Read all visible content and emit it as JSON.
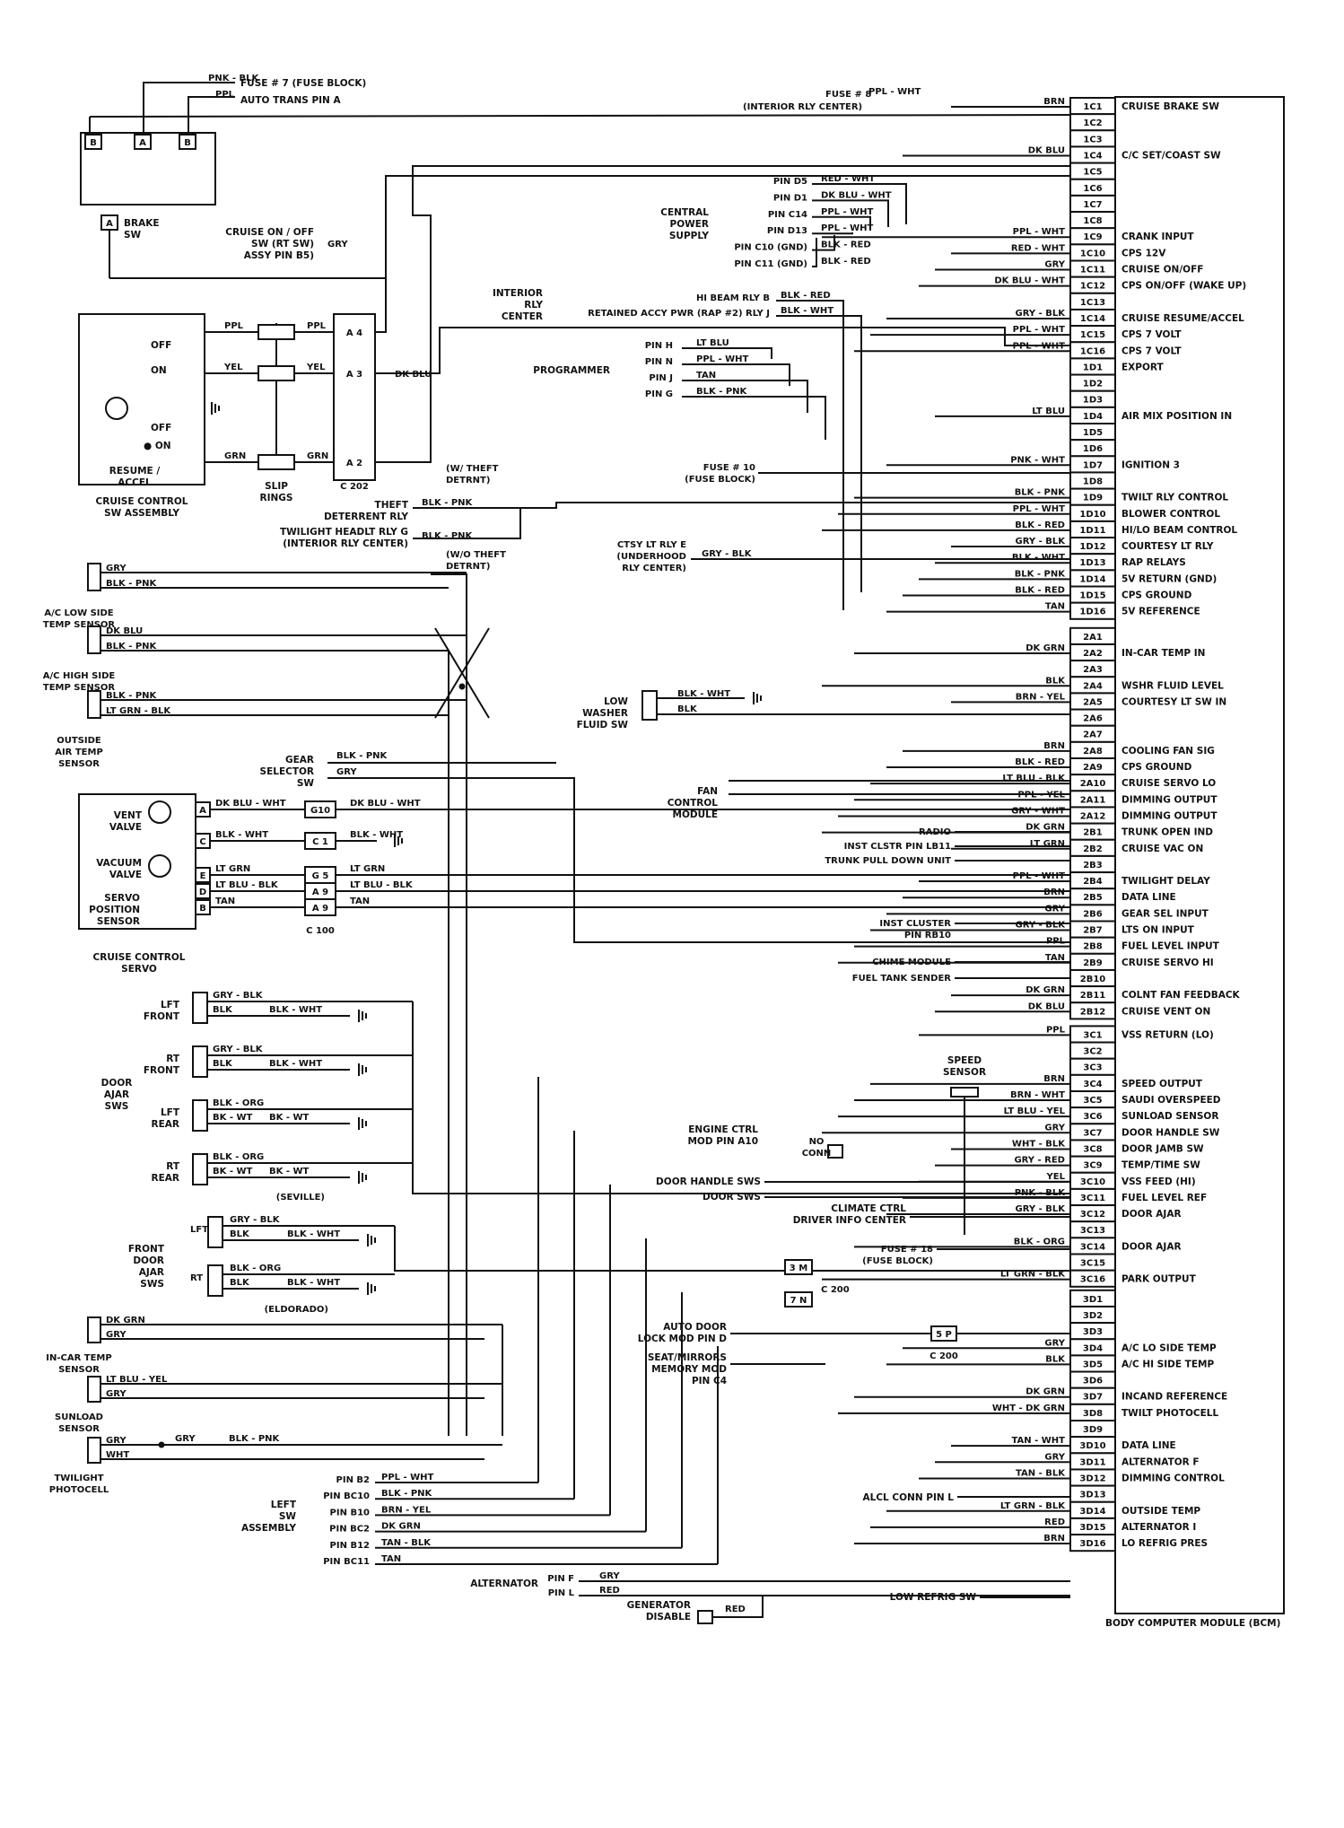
{
  "fuses": [
    {
      "id": "fuse7",
      "wire": "PNK - BLK",
      "label": "FUSE # 7 (FUSE BLOCK)"
    },
    {
      "id": "autotrans",
      "wire": "PPL",
      "label": "AUTO TRANS PIN A"
    },
    {
      "id": "fuse8",
      "wire": "PPL - WHT",
      "label": "FUSE # 8",
      "sub": "(INTERIOR RLY CENTER)"
    }
  ],
  "left_components": {
    "brake_sw": {
      "terminals": [
        "B",
        "A",
        "B"
      ],
      "bottom": "A",
      "label": "BRAKE\nSW"
    },
    "cruise_on_off": {
      "label": "CRUISE ON / OFF\nSW (RT SW)\nASSY PIN B5)",
      "wire": "GRY"
    },
    "cruise_control_sw": {
      "label": "CRUISE CONTROL\nSW ASSEMBLY",
      "positions": [
        "OFF",
        "ON",
        "OFF",
        "● ON"
      ],
      "sub": "RESUME /\nACCEL",
      "wires": [
        "PPL",
        "YEL",
        "GRN"
      ],
      "slip": "SLIP\nRINGS",
      "connector": "C 202",
      "pins": [
        "A 4",
        "A 3",
        "A 2"
      ]
    },
    "theft": {
      "top": "(W/ THEFT\nDETRNT)",
      "theft": "THEFT\nDETERRENT RLY",
      "twilight": "TWILIGHT HEADLT RLY G\n(INTERIOR RLY CENTER)",
      "bottom": "(W/O THEFT\nDETRNT)",
      "wire": "BLK - PNK"
    },
    "ac_low": {
      "label": "A/C LOW SIDE\nTEMP SENSOR",
      "wires": [
        "GRY",
        "BLK - PNK"
      ]
    },
    "ac_high": {
      "label": "A/C HIGH SIDE\nTEMP SENSOR",
      "wires": [
        "DK BLU",
        "BLK - PNK"
      ]
    },
    "outside_air": {
      "label": "OUTSIDE\nAIR TEMP\nSENSOR",
      "wires": [
        "BLK - PNK",
        "LT GRN - BLK"
      ]
    },
    "gear_selector": {
      "label": "GEAR\nSELECTOR\nSW",
      "wires": [
        "BLK - PNK",
        "GRY"
      ]
    },
    "servo": {
      "label": "CRUISE CONTROL\nSERVO",
      "vent": "VENT\nVALVE",
      "vacuum": "VACUUM\nVALVE",
      "position": "SERVO\nPOSITION\nSENSOR",
      "pins": [
        "A",
        "C",
        "E",
        "D",
        "B"
      ],
      "connector_pins": [
        "G10",
        "C 1",
        "G 5",
        "A 9",
        "A 9"
      ],
      "connector": "C 100",
      "wires": [
        "DK BLU - WHT",
        "BLK - WHT",
        "LT GRN",
        "LT BLU - BLK",
        "TAN"
      ]
    },
    "door_ajar": {
      "label": "DOOR\nAJAR\nSWS",
      "items": [
        {
          "side": "LFT\nFRONT",
          "w1": "GRY - BLK",
          "w2": "BLK",
          "w3": "BLK - WHT"
        },
        {
          "side": "RT\nFRONT",
          "w1": "GRY - BLK",
          "w2": "BLK",
          "w3": "BLK - WHT"
        },
        {
          "side": "LFT\nREAR",
          "w1": "BLK - ORG",
          "w2": "BK - WT",
          "w3": "BK - WT"
        },
        {
          "side": "RT\nREAR",
          "w1": "BLK - ORG",
          "w2": "BK - WT",
          "w3": "BK - WT"
        }
      ],
      "seville": "(SEVILLE)",
      "eldorado": "(ELDORADO)",
      "front": "FRONT\nDOOR\nAJAR\nSWS",
      "lft": "LFT",
      "rt": "RT",
      "front_items": [
        {
          "w1": "GRY - BLK",
          "w2": "BLK",
          "w3": "BLK - WHT"
        },
        {
          "w1": "BLK - ORG",
          "w2": "BLK",
          "w3": "BLK - WHT"
        }
      ]
    },
    "incar": {
      "label": "IN-CAR TEMP\nSENSOR",
      "wires": [
        "DK GRN",
        "GRY"
      ]
    },
    "sunload": {
      "label": "SUNLOAD\nSENSOR",
      "wires": [
        "LT BLU - YEL",
        "GRY"
      ]
    },
    "twilight_photo": {
      "label": "TWILIGHT\nPHOTOCELL",
      "wires": [
        "GRY",
        "WHT"
      ],
      "mid": "GRY",
      "to": "BLK - PNK"
    },
    "left_sw": {
      "label": "LEFT\nSW\nASSEMBLY",
      "pins": [
        "PIN B2",
        "PIN BC10",
        "PIN B10",
        "PIN BC2",
        "PIN B12",
        "PIN BC11"
      ],
      "wires": [
        "PPL - WHT",
        "BLK - PNK",
        "BRN - YEL",
        "DK GRN",
        "TAN - BLK",
        "TAN"
      ]
    },
    "alternator": {
      "label": "ALTERNATOR",
      "pins": [
        "PIN F",
        "PIN L"
      ],
      "wires": [
        "GRY",
        "RED"
      ]
    },
    "gen_disable": {
      "label": "GENERATOR\nDISABLE",
      "wire": "RED"
    }
  },
  "middle": {
    "central_power": {
      "label": "CENTRAL\nPOWER\nSUPPLY",
      "pins": [
        "PIN D5",
        "PIN D1",
        "PIN C14",
        "PIN D13",
        "PIN C10 (GND)",
        "PIN C11 (GND)"
      ],
      "wires": [
        "RED - WHT",
        "DK BLU - WHT",
        "PPL - WHT",
        "PPL - WHT",
        "BLK - RED",
        "BLK - RED"
      ]
    },
    "interior_rly": {
      "label": "INTERIOR\nRLY\nCENTER",
      "pins": [
        "HI BEAM RLY B",
        "RETAINED ACCY PWR (RAP #2) RLY J"
      ],
      "wires": [
        "BLK - RED",
        "BLK - WHT"
      ]
    },
    "programmer": {
      "label": "PROGRAMMER",
      "pins": [
        "PIN H",
        "PIN N",
        "PIN J",
        "PIN G"
      ],
      "wires": [
        "LT BLU",
        "PPL - WHT",
        "TAN",
        "BLK - PNK"
      ]
    },
    "fuse10": {
      "label": "FUSE # 10\n(FUSE BLOCK)"
    },
    "ctsy": {
      "label": "CTSY LT RLY E\n(UNDERHOOD\nRLY CENTER)",
      "wire": "GRY - BLK"
    },
    "washer": {
      "label": "LOW\nWASHER\nFLUID SW",
      "wires": [
        "BLK - WHT",
        "BLK"
      ]
    },
    "fan": {
      "label": "FAN\nCONTROL\nMODULE"
    },
    "right_refs": [
      "RADIO",
      "INST CLSTR PIN LB11",
      "TRUNK PULL DOWN UNIT",
      "INST CLUSTER\nPIN RB10",
      "CHIME MODULE",
      "FUEL TANK SENDER"
    ],
    "speed_sensor": "SPEED\nSENSOR",
    "engine_ctrl": "ENGINE CTRL\nMOD PIN A10",
    "no_conn": "NO\nCONN",
    "door_handle": "DOOR HANDLE SWS",
    "door_sws": "DOOR SWS",
    "climate": "CLIMATE CTRL\nDRIVER INFO CENTER",
    "fuse18": "FUSE # 18\n(FUSE BLOCK)",
    "c200_pins": [
      "3 M",
      "7 N"
    ],
    "c200": "C 200",
    "auto_door": "AUTO DOOR\nLOCK MOD PIN D",
    "seat": "SEAT/MIRRORS\nMEMORY MOD\nPIN C4",
    "c200b_pin": "5 P",
    "c200b": "C 200",
    "alcl": "ALCL CONN PIN L",
    "low_refrig": "LOW REFRIG SW"
  },
  "bcm": {
    "title": "BODY COMPUTER MODULE (BCM)",
    "pins": [
      {
        "pin": "1C1",
        "wire": "BRN",
        "func": "CRUISE BRAKE SW"
      },
      {
        "pin": "1C2",
        "wire": "",
        "func": ""
      },
      {
        "pin": "1C3",
        "wire": "",
        "func": ""
      },
      {
        "pin": "1C4",
        "wire": "DK BLU",
        "func": "C/C SET/COAST SW"
      },
      {
        "pin": "1C5",
        "wire": "",
        "func": ""
      },
      {
        "pin": "1C6",
        "wire": "",
        "func": ""
      },
      {
        "pin": "1C7",
        "wire": "",
        "func": ""
      },
      {
        "pin": "1C8",
        "wire": "",
        "func": ""
      },
      {
        "pin": "1C9",
        "wire": "PPL - WHT",
        "func": "CRANK INPUT"
      },
      {
        "pin": "1C10",
        "wire": "RED - WHT",
        "func": "CPS 12V"
      },
      {
        "pin": "1C11",
        "wire": "GRY",
        "func": "CRUISE ON/OFF"
      },
      {
        "pin": "1C12",
        "wire": "DK BLU - WHT",
        "func": "CPS ON/OFF (WAKE UP)"
      },
      {
        "pin": "1C13",
        "wire": "",
        "func": ""
      },
      {
        "pin": "1C14",
        "wire": "GRY - BLK",
        "func": "CRUISE RESUME/ACCEL"
      },
      {
        "pin": "1C15",
        "wire": "PPL - WHT",
        "func": "CPS 7 VOLT"
      },
      {
        "pin": "1C16",
        "wire": "PPL - WHT",
        "func": "CPS 7 VOLT"
      },
      {
        "pin": "1D1",
        "wire": "",
        "func": "EXPORT"
      },
      {
        "pin": "1D2",
        "wire": "",
        "func": ""
      },
      {
        "pin": "1D3",
        "wire": "",
        "func": ""
      },
      {
        "pin": "1D4",
        "wire": "LT BLU",
        "func": "AIR MIX POSITION IN"
      },
      {
        "pin": "1D5",
        "wire": "",
        "func": ""
      },
      {
        "pin": "1D6",
        "wire": "",
        "func": ""
      },
      {
        "pin": "1D7",
        "wire": "PNK - WHT",
        "func": "IGNITION 3"
      },
      {
        "pin": "1D8",
        "wire": "",
        "func": ""
      },
      {
        "pin": "1D9",
        "wire": "BLK - PNK",
        "func": "TWILT RLY CONTROL"
      },
      {
        "pin": "1D10",
        "wire": "PPL - WHT",
        "func": "BLOWER CONTROL"
      },
      {
        "pin": "1D11",
        "wire": "BLK - RED",
        "func": "HI/LO BEAM CONTROL"
      },
      {
        "pin": "1D12",
        "wire": "GRY - BLK",
        "func": "COURTESY LT RLY"
      },
      {
        "pin": "1D13",
        "wire": "BLK - WHT",
        "func": "RAP RELAYS"
      },
      {
        "pin": "1D14",
        "wire": "BLK - PNK",
        "func": "5V RETURN (GND)"
      },
      {
        "pin": "1D15",
        "wire": "BLK - RED",
        "func": "CPS GROUND"
      },
      {
        "pin": "1D16",
        "wire": "TAN",
        "func": "5V REFERENCE"
      },
      {
        "pin": "2A1",
        "wire": "",
        "func": ""
      },
      {
        "pin": "2A2",
        "wire": "DK GRN",
        "func": "IN-CAR TEMP IN"
      },
      {
        "pin": "2A3",
        "wire": "",
        "func": ""
      },
      {
        "pin": "2A4",
        "wire": "BLK",
        "func": "WSHR FLUID LEVEL"
      },
      {
        "pin": "2A5",
        "wire": "BRN - YEL",
        "func": "COURTESY LT SW IN"
      },
      {
        "pin": "2A6",
        "wire": "",
        "func": ""
      },
      {
        "pin": "2A7",
        "wire": "",
        "func": ""
      },
      {
        "pin": "2A8",
        "wire": "BRN",
        "func": "COOLING FAN SIG"
      },
      {
        "pin": "2A9",
        "wire": "BLK - RED",
        "func": "CPS GROUND"
      },
      {
        "pin": "2A10",
        "wire": "LT BLU - BLK",
        "func": "CRUISE SERVO LO"
      },
      {
        "pin": "2A11",
        "wire": "PPL - YEL",
        "func": "DIMMING OUTPUT"
      },
      {
        "pin": "2A12",
        "wire": "GRY - WHT",
        "func": "DIMMING OUTPUT"
      },
      {
        "pin": "2B1",
        "wire": "DK GRN",
        "func": "TRUNK OPEN IND"
      },
      {
        "pin": "2B2",
        "wire": "LT GRN",
        "func": "CRUISE VAC ON"
      },
      {
        "pin": "2B3",
        "wire": "",
        "func": ""
      },
      {
        "pin": "2B4",
        "wire": "PPL - WHT",
        "func": "TWILIGHT DELAY"
      },
      {
        "pin": "2B5",
        "wire": "BRN",
        "func": "DATA LINE"
      },
      {
        "pin": "2B6",
        "wire": "GRY",
        "func": "GEAR SEL INPUT"
      },
      {
        "pin": "2B7",
        "wire": "GRY - BLK",
        "func": "LTS ON INPUT"
      },
      {
        "pin": "2B8",
        "wire": "PPL",
        "func": "FUEL LEVEL INPUT"
      },
      {
        "pin": "2B9",
        "wire": "TAN",
        "func": "CRUISE SERVO HI"
      },
      {
        "pin": "2B10",
        "wire": "",
        "func": ""
      },
      {
        "pin": "2B11",
        "wire": "DK GRN",
        "func": "COLNT FAN FEEDBACK"
      },
      {
        "pin": "2B12",
        "wire": "DK BLU",
        "func": "CRUISE VENT ON"
      },
      {
        "pin": "3C1",
        "wire": "PPL",
        "func": "VSS RETURN (LO)"
      },
      {
        "pin": "3C2",
        "wire": "",
        "func": ""
      },
      {
        "pin": "3C3",
        "wire": "",
        "func": ""
      },
      {
        "pin": "3C4",
        "wire": "BRN",
        "func": "SPEED OUTPUT"
      },
      {
        "pin": "3C5",
        "wire": "BRN - WHT",
        "func": "SAUDI OVERSPEED"
      },
      {
        "pin": "3C6",
        "wire": "LT BLU - YEL",
        "func": "SUNLOAD SENSOR"
      },
      {
        "pin": "3C7",
        "wire": "GRY",
        "func": "DOOR HANDLE SW"
      },
      {
        "pin": "3C8",
        "wire": "WHT - BLK",
        "func": "DOOR JAMB SW"
      },
      {
        "pin": "3C9",
        "wire": "GRY - RED",
        "func": "TEMP/TIME SW"
      },
      {
        "pin": "3C10",
        "wire": "YEL",
        "func": "VSS FEED (HI)"
      },
      {
        "pin": "3C11",
        "wire": "PNK - BLK",
        "func": "FUEL LEVEL REF"
      },
      {
        "pin": "3C12",
        "wire": "GRY - BLK",
        "func": "DOOR AJAR"
      },
      {
        "pin": "3C13",
        "wire": "",
        "func": ""
      },
      {
        "pin": "3C14",
        "wire": "BLK - ORG",
        "func": "DOOR AJAR"
      },
      {
        "pin": "3C15",
        "wire": "",
        "func": ""
      },
      {
        "pin": "3C16",
        "wire": "LT GRN - BLK",
        "func": "PARK OUTPUT"
      },
      {
        "pin": "3D1",
        "wire": "",
        "func": ""
      },
      {
        "pin": "3D2",
        "wire": "",
        "func": ""
      },
      {
        "pin": "3D3",
        "wire": "",
        "func": ""
      },
      {
        "pin": "3D4",
        "wire": "GRY",
        "func": "A/C LO SIDE TEMP"
      },
      {
        "pin": "3D5",
        "wire": "BLK",
        "func": "A/C HI SIDE TEMP"
      },
      {
        "pin": "3D6",
        "wire": "",
        "func": ""
      },
      {
        "pin": "3D7",
        "wire": "DK GRN",
        "func": "INCAND REFERENCE"
      },
      {
        "pin": "3D8",
        "wire": "WHT - DK GRN",
        "func": "TWILT PHOTOCELL"
      },
      {
        "pin": "3D9",
        "wire": "",
        "func": ""
      },
      {
        "pin": "3D10",
        "wire": "TAN - WHT",
        "func": "DATA LINE"
      },
      {
        "pin": "3D11",
        "wire": "GRY",
        "func": "ALTERNATOR F"
      },
      {
        "pin": "3D12",
        "wire": "TAN - BLK",
        "func": "DIMMING CONTROL"
      },
      {
        "pin": "3D13",
        "wire": "",
        "func": ""
      },
      {
        "pin": "3D14",
        "wire": "LT GRN - BLK",
        "func": "OUTSIDE TEMP"
      },
      {
        "pin": "3D15",
        "wire": "RED",
        "func": "ALTERNATOR I"
      },
      {
        "pin": "3D16",
        "wire": "BRN",
        "func": "LO REFRIG PRES"
      }
    ]
  }
}
